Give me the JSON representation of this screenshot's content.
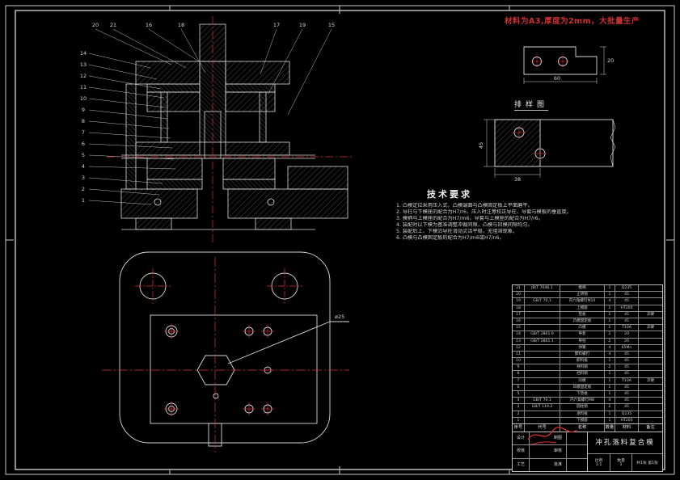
{
  "notes": {
    "material": "材料为A3,厚度为2mm，大批量生产"
  },
  "labels": {
    "strip_layout": "排样图",
    "tech_title": "技术要求",
    "dim_center": "ø25",
    "workpiece_dim_w": "60",
    "workpiece_dim_h": "20",
    "strip_dim_h": "45",
    "strip_dim_pitch": "38"
  },
  "tech_requirements": [
    "1. 凸模定位采用压入式，凸模端面与凸模固定板上平面磨平。",
    "2. 导柱与下模座的配合为H7/r6，压入时注意校正导柱、导套与模板的垂直度。",
    "3. 模柄与上模座的配合为H7/m6，导套与上模座的配合为H7/r6。",
    "4. 装配时以下模为基准调整冲裁间隙，凸模与凹模间隙均匀。",
    "5. 装配后上、下模沿导柱滑动灵活平稳，无阻滞现象。",
    "6. 凸模与凸模固定板的配合为H7/m6或H7/n6。"
  ],
  "balloons": {
    "left": [
      "14",
      "13",
      "12",
      "11",
      "10",
      "9",
      "8",
      "7",
      "6",
      "5",
      "4",
      "3",
      "2",
      "1"
    ],
    "top": [
      "20",
      "21",
      "16",
      "18",
      "17",
      "19",
      "15"
    ]
  },
  "bom": {
    "headers": [
      "序号",
      "代号",
      "名称",
      "数量",
      "材料",
      "备注"
    ],
    "rows": [
      {
        "no": "21",
        "code": "JB/T 7646.1",
        "name": "模柄",
        "qty": "1",
        "mat": "Q235",
        "note": ""
      },
      {
        "no": "20",
        "code": "",
        "name": "止转销",
        "qty": "1",
        "mat": "45",
        "note": ""
      },
      {
        "no": "19",
        "code": "GB/T 70.1",
        "name": "内六角螺钉M10",
        "qty": "4",
        "mat": "45",
        "note": ""
      },
      {
        "no": "18",
        "code": "",
        "name": "上模座",
        "qty": "1",
        "mat": "HT200",
        "note": ""
      },
      {
        "no": "17",
        "code": "",
        "name": "垫板",
        "qty": "1",
        "mat": "45",
        "note": "淬硬"
      },
      {
        "no": "16",
        "code": "",
        "name": "凸模固定板",
        "qty": "1",
        "mat": "45",
        "note": ""
      },
      {
        "no": "15",
        "code": "",
        "name": "凸模",
        "qty": "1",
        "mat": "T10A",
        "note": "淬硬"
      },
      {
        "no": "14",
        "code": "GB/T 2861.6",
        "name": "导套",
        "qty": "2",
        "mat": "20",
        "note": ""
      },
      {
        "no": "13",
        "code": "GB/T 2861.1",
        "name": "导柱",
        "qty": "2",
        "mat": "20",
        "note": ""
      },
      {
        "no": "12",
        "code": "",
        "name": "弹簧",
        "qty": "4",
        "mat": "65Mn",
        "note": ""
      },
      {
        "no": "11",
        "code": "",
        "name": "卸料螺钉",
        "qty": "4",
        "mat": "45",
        "note": ""
      },
      {
        "no": "10",
        "code": "",
        "name": "卸料板",
        "qty": "1",
        "mat": "45",
        "note": ""
      },
      {
        "no": "9",
        "code": "",
        "name": "导料销",
        "qty": "2",
        "mat": "45",
        "note": ""
      },
      {
        "no": "8",
        "code": "",
        "name": "挡料销",
        "qty": "1",
        "mat": "45",
        "note": ""
      },
      {
        "no": "7",
        "code": "",
        "name": "凹模",
        "qty": "1",
        "mat": "T10A",
        "note": "淬硬"
      },
      {
        "no": "6",
        "code": "",
        "name": "凹模固定板",
        "qty": "1",
        "mat": "45",
        "note": ""
      },
      {
        "no": "5",
        "code": "",
        "name": "下垫板",
        "qty": "1",
        "mat": "45",
        "note": ""
      },
      {
        "no": "4",
        "code": "GB/T 70.1",
        "name": "内六角螺钉M8",
        "qty": "4",
        "mat": "45",
        "note": ""
      },
      {
        "no": "3",
        "code": "GB/T 119.2",
        "name": "圆柱销",
        "qty": "2",
        "mat": "45",
        "note": ""
      },
      {
        "no": "2",
        "code": "",
        "name": "承料板",
        "qty": "1",
        "mat": "Q235",
        "note": ""
      },
      {
        "no": "1",
        "code": "",
        "name": "下模座",
        "qty": "1",
        "mat": "HT200",
        "note": ""
      }
    ]
  },
  "titleblock": {
    "fields": [
      {
        "label": "设计",
        "value": ""
      },
      {
        "label": "制图",
        "value": ""
      },
      {
        "label": "校核",
        "value": ""
      },
      {
        "label": "审核",
        "value": ""
      },
      {
        "label": "工艺",
        "value": ""
      },
      {
        "label": "批准",
        "value": ""
      }
    ],
    "title": "冲孔落料复合模",
    "scale_label": "比例",
    "scale": "1:1",
    "qty_label": "数量",
    "qty": "1",
    "sheet": "共1张 第1张"
  }
}
